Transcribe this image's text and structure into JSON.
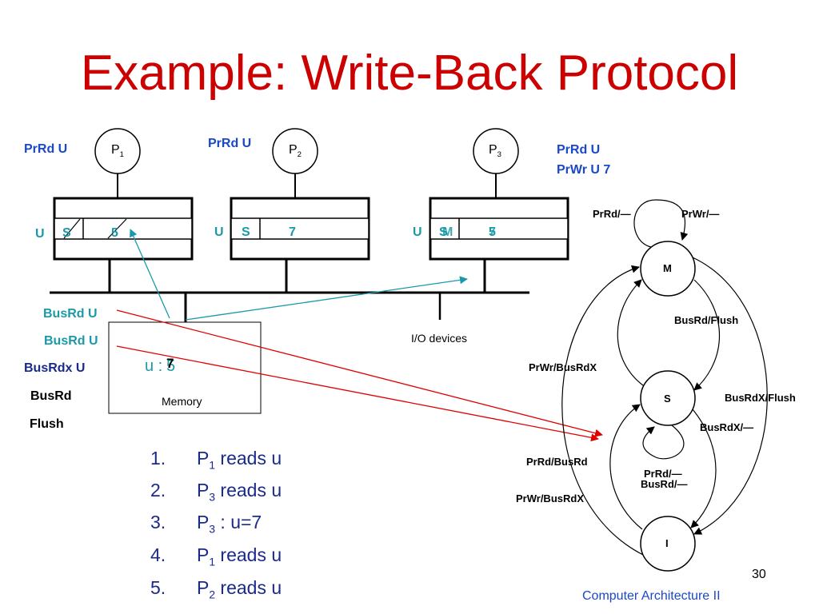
{
  "title": "Example: Write-Back Protocol",
  "processors": [
    {
      "name": "P",
      "sub": "1"
    },
    {
      "name": "P",
      "sub": "2"
    },
    {
      "name": "P",
      "sub": "3"
    }
  ],
  "proc_labels": {
    "p1": "PrRd U",
    "p2": "PrRd U",
    "p3_line1": "PrRd U",
    "p3_line2": "PrWr U 7"
  },
  "caches": {
    "c1": {
      "tag": "U",
      "state": "S",
      "value": "5"
    },
    "c2": {
      "tag": "U",
      "state": "S",
      "value": "7"
    },
    "c3": {
      "tag": "U",
      "state_a": "S",
      "state_b": "M",
      "value_a": "5",
      "value_b": "7"
    }
  },
  "bus_events": [
    "BusRd U",
    "BusRd U",
    "BusRdx U",
    "BusRd",
    "Flush"
  ],
  "memory": {
    "label": "Memory",
    "var": "u :",
    "value_a": "5",
    "value_b": "7"
  },
  "io_devices": "I/O devices",
  "steps": [
    {
      "num": "1.",
      "proc": "P",
      "sub": "1",
      "action": "reads u"
    },
    {
      "num": "2.",
      "proc": "P",
      "sub": "3",
      "action": "reads u"
    },
    {
      "num": "3.",
      "proc": "P",
      "sub": "3",
      "action": ": u=7"
    },
    {
      "num": "4.",
      "proc": "P",
      "sub": "1",
      "action": "reads u"
    },
    {
      "num": "5.",
      "proc": "P",
      "sub": "2",
      "action": "reads u"
    }
  ],
  "fsm": {
    "states": [
      "M",
      "S",
      "I"
    ],
    "transitions": {
      "m_self_rd": "PrRd/—",
      "m_self_wr": "PrWr/—",
      "m_to_s": "BusRd/Flush",
      "s_to_m": "PrWr/BusRdX",
      "m_to_i": "BusRdX/Flush",
      "s_to_i": "BusRdX/—",
      "i_to_s": "PrRd/BusRd",
      "s_self_line1": "PrRd/—",
      "s_self_line2": "BusRd/—",
      "i_to_m": "PrWr/BusRdX"
    }
  },
  "page_number": "30",
  "footer": "Computer Architecture II"
}
